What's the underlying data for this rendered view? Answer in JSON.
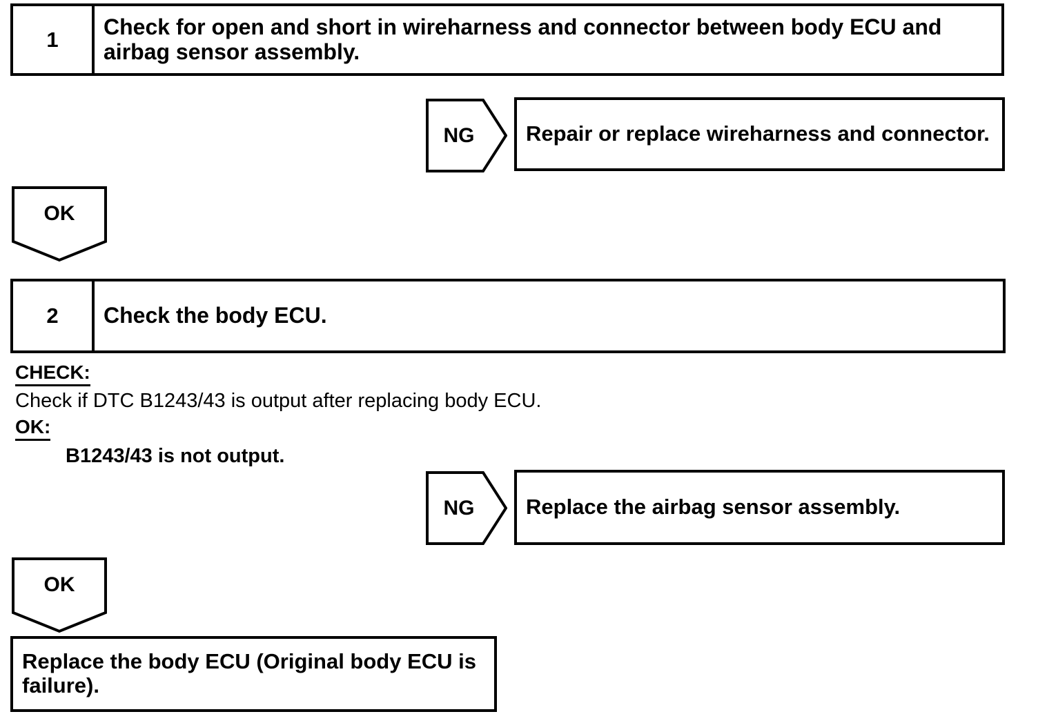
{
  "colors": {
    "ink": "#000000",
    "paper": "#ffffff"
  },
  "flow": {
    "step1": {
      "number": "1",
      "instruction": "Check for open and short in wireharness and connector between body ECU and airbag sensor assembly.",
      "ng": {
        "label": "NG",
        "action": "Repair or replace wireharness and connector."
      },
      "ok": {
        "label": "OK"
      }
    },
    "step2": {
      "number": "2",
      "instruction": "Check the body ECU.",
      "details": {
        "check_heading": "CHECK:",
        "check_text": "Check if DTC B1243/43 is output after replacing body ECU.",
        "ok_heading": "OK:",
        "ok_condition": "B1243/43 is not output."
      },
      "ng": {
        "label": "NG",
        "action": "Replace the airbag sensor assembly."
      },
      "ok": {
        "label": "OK"
      }
    },
    "result": {
      "action": "Replace the body ECU (Original body ECU is failure)."
    }
  }
}
